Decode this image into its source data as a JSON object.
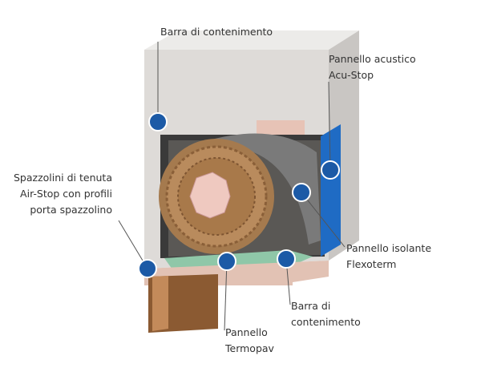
{
  "labels": {
    "barra_top": "Barra di contenimento",
    "acustico_1": "Pannello acustico",
    "acustico_2": "Acu-Stop",
    "spazzolini_1": "Spazzolini di tenuta",
    "spazzolini_2": "Air-Stop con profili",
    "spazzolini_3": "porta spazzolino",
    "isolante_1": "Pannello isolante",
    "isolante_2": "Flexoterm",
    "barra_bottom_1": "Barra di",
    "barra_bottom_2": "contenimento",
    "termopav_1": "Pannello",
    "termopav_2": "Termopav"
  },
  "colors": {
    "marker": "#1c5aa6",
    "box": "#dcd9d6",
    "roll": "#a57a4e",
    "green": "#8fc7a8",
    "insulation": "#6b6b6b"
  }
}
